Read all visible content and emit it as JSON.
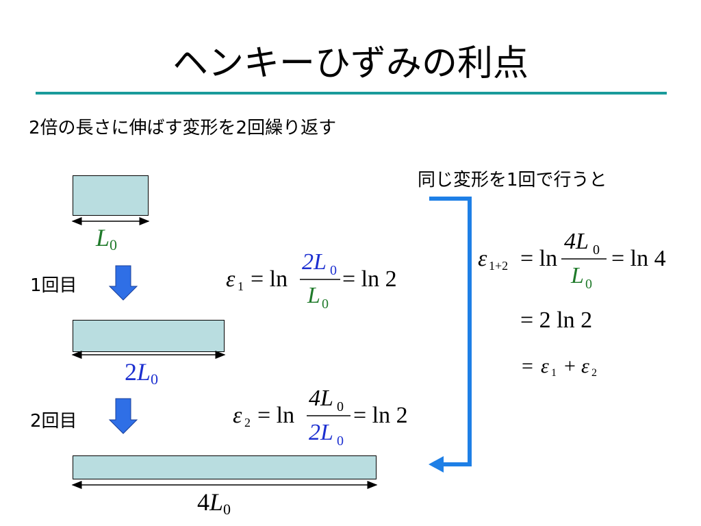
{
  "title": "ヘンキーひずみの利点",
  "subtitle": "2倍の長さに伸ばす変形を2回繰り返す",
  "side_note": "同じ変形を1回で行うと",
  "colors": {
    "rule": "#1a9b9b",
    "bar_fill": "#b9dde0",
    "green": "#1f7a2a",
    "blue": "#1c2fd0",
    "arrow_blue": "#2f6fe6",
    "bracket_blue": "#1e7fe6"
  },
  "steps": [
    {
      "label": "1回目"
    },
    {
      "label": "2回目"
    }
  ],
  "bars": [
    {
      "coef": "",
      "var": "L",
      "sub": "0"
    },
    {
      "coef": "2",
      "var": "L",
      "sub": "0"
    },
    {
      "coef": "4",
      "var": "L",
      "sub": "0"
    }
  ],
  "eq1": {
    "lhs": "ε",
    "lhs_sub": "1",
    "op": "= ln",
    "num": "2L",
    "num_sub": "0",
    "den": "L",
    "den_sub": "0",
    "rhs": "= ln 2"
  },
  "eq2": {
    "lhs": "ε",
    "lhs_sub": "2",
    "op": "= ln",
    "num": "4L",
    "num_sub": "0",
    "den": "2L",
    "den_sub": "0",
    "rhs": "= ln 2"
  },
  "eq3": {
    "lhs": "ε",
    "lhs_sub": "1+2",
    "op": "= ln",
    "num": "4L",
    "num_sub": "0",
    "den": "L",
    "den_sub": "0",
    "rhs": "= ln 4"
  },
  "eq3_line2": "= 2 ln 2",
  "eq3_line3": {
    "eq": "=",
    "a": "ε",
    "a_sub": "1",
    "plus": "+",
    "b": "ε",
    "b_sub": "2"
  }
}
